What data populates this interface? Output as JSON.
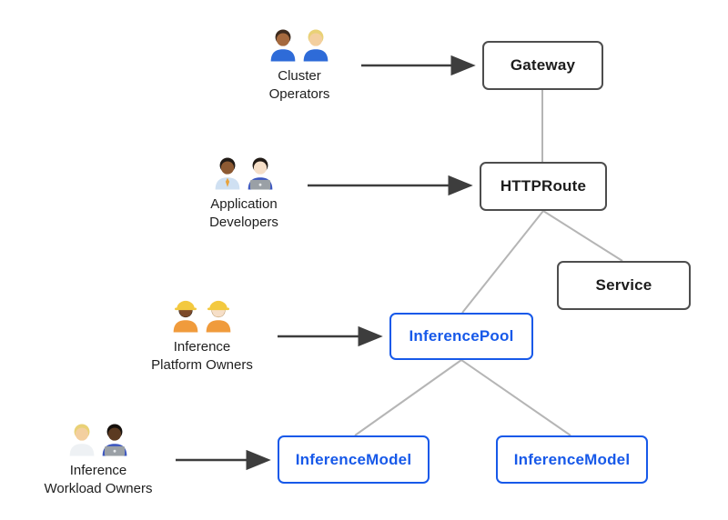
{
  "colors": {
    "background": "#ffffff",
    "node_border": "#4d4d4d",
    "node_text": "#1c1c1c",
    "accent_blue": "#1759e9",
    "connector_line": "#b5b5b5",
    "arrow": "#3d3d3d"
  },
  "actors": [
    {
      "id": "cluster-operators",
      "label_line1": "Cluster",
      "label_line2": "Operators",
      "emoji": "👨🏽‍🔧👩🏼‍🔧",
      "icon": "mechanics-pair-icon",
      "people": [
        {
          "skin": "#a5693e",
          "hair": "#3d2a1d",
          "shirt": "#2e6bd8"
        },
        {
          "skin": "#f3cf9f",
          "hair": "#e9d176",
          "shirt": "#2e6bd8"
        }
      ]
    },
    {
      "id": "application-developers",
      "label_line1": "Application",
      "label_line2": "Developers",
      "emoji": "👨🏾‍💼👩🏻‍💻",
      "icon": "office-worker-and-technologist-pair-icon",
      "people": [
        {
          "skin": "#8d5a33",
          "hair": "#221b16",
          "shirt": "#cfe0f2",
          "tie": "#e8a33d"
        },
        {
          "skin": "#f6dfc8",
          "hair": "#221b16",
          "shirt": "#3b56c0",
          "laptop": "#9aa0a6"
        }
      ]
    },
    {
      "id": "inference-platform-owners",
      "label_line1": "Inference",
      "label_line2": "Platform Owners",
      "emoji": "👷🏾‍♀️👷🏻",
      "icon": "construction-workers-pair-icon",
      "people": [
        {
          "skin": "#7c4a2a",
          "hair": "#221b16",
          "shirt": "#f09b3c",
          "hat": "#f3c93f"
        },
        {
          "skin": "#f6dfc8",
          "hair": "#b08a55",
          "shirt": "#f09b3c",
          "hat": "#f3c93f"
        }
      ]
    },
    {
      "id": "inference-workload-owners",
      "label_line1": "Inference",
      "label_line2": "Workload Owners",
      "emoji": "🧑🏼‍⚕️👨🏿‍💻",
      "icon": "health-worker-and-technologist-pair-icon",
      "people": [
        {
          "skin": "#f3cf9f",
          "hair": "#e9d176",
          "shirt": "#eef1f4"
        },
        {
          "skin": "#5b3a21",
          "hair": "#15100c",
          "shirt": "#3b56c0",
          "laptop": "#9aa0a6"
        }
      ]
    }
  ],
  "nodes": [
    {
      "id": "gateway",
      "label": "Gateway",
      "variant": "dark"
    },
    {
      "id": "httproute",
      "label": "HTTPRoute",
      "variant": "dark"
    },
    {
      "id": "service",
      "label": "Service",
      "variant": "dark"
    },
    {
      "id": "inferencepool",
      "label": "InferencePool",
      "variant": "blue"
    },
    {
      "id": "inferencemodel-1",
      "label": "InferenceModel",
      "variant": "blue"
    },
    {
      "id": "inferencemodel-2",
      "label": "InferenceModel",
      "variant": "blue"
    }
  ],
  "edges": {
    "arrows": [
      {
        "from": "cluster-operators",
        "to": "gateway"
      },
      {
        "from": "application-developers",
        "to": "httproute"
      },
      {
        "from": "inference-platform-owners",
        "to": "inferencepool"
      },
      {
        "from": "inference-workload-owners",
        "to": "inferencemodel-1"
      }
    ],
    "lines": [
      {
        "from": "gateway",
        "to": "httproute"
      },
      {
        "from": "httproute",
        "to": "service"
      },
      {
        "from": "httproute",
        "to": "inferencepool"
      },
      {
        "from": "inferencepool",
        "to": "inferencemodel-1"
      },
      {
        "from": "inferencepool",
        "to": "inferencemodel-2"
      }
    ]
  }
}
